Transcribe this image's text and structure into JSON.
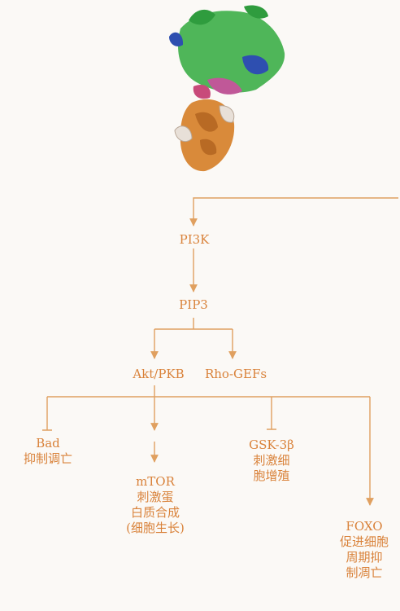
{
  "colors": {
    "arrow": "#e0a060",
    "text": "#d9823a"
  },
  "protein": {
    "icon": "protein-ribbon-structure-icon",
    "colors": [
      "#3cae48",
      "#2e4fb0",
      "#c05898",
      "#d98a3a"
    ]
  },
  "nodes": {
    "pi3k": "PI3K",
    "pip3": "PIP3",
    "akt": "Akt/PKB",
    "rho": "Rho-GEFs",
    "bad": {
      "name": "Bad",
      "lines": [
        "抑制调亡"
      ]
    },
    "mtor": {
      "name": "mTOR",
      "lines": [
        "刺激蛋",
        "白质合成",
        "(细胞生长)"
      ]
    },
    "gsk": {
      "name": "GSK-3β",
      "lines": [
        "刺激细",
        "胞增殖"
      ]
    },
    "foxo": {
      "name": "FOXO",
      "lines": [
        "促进细胞",
        "周期抑",
        "制凋亡"
      ]
    }
  }
}
